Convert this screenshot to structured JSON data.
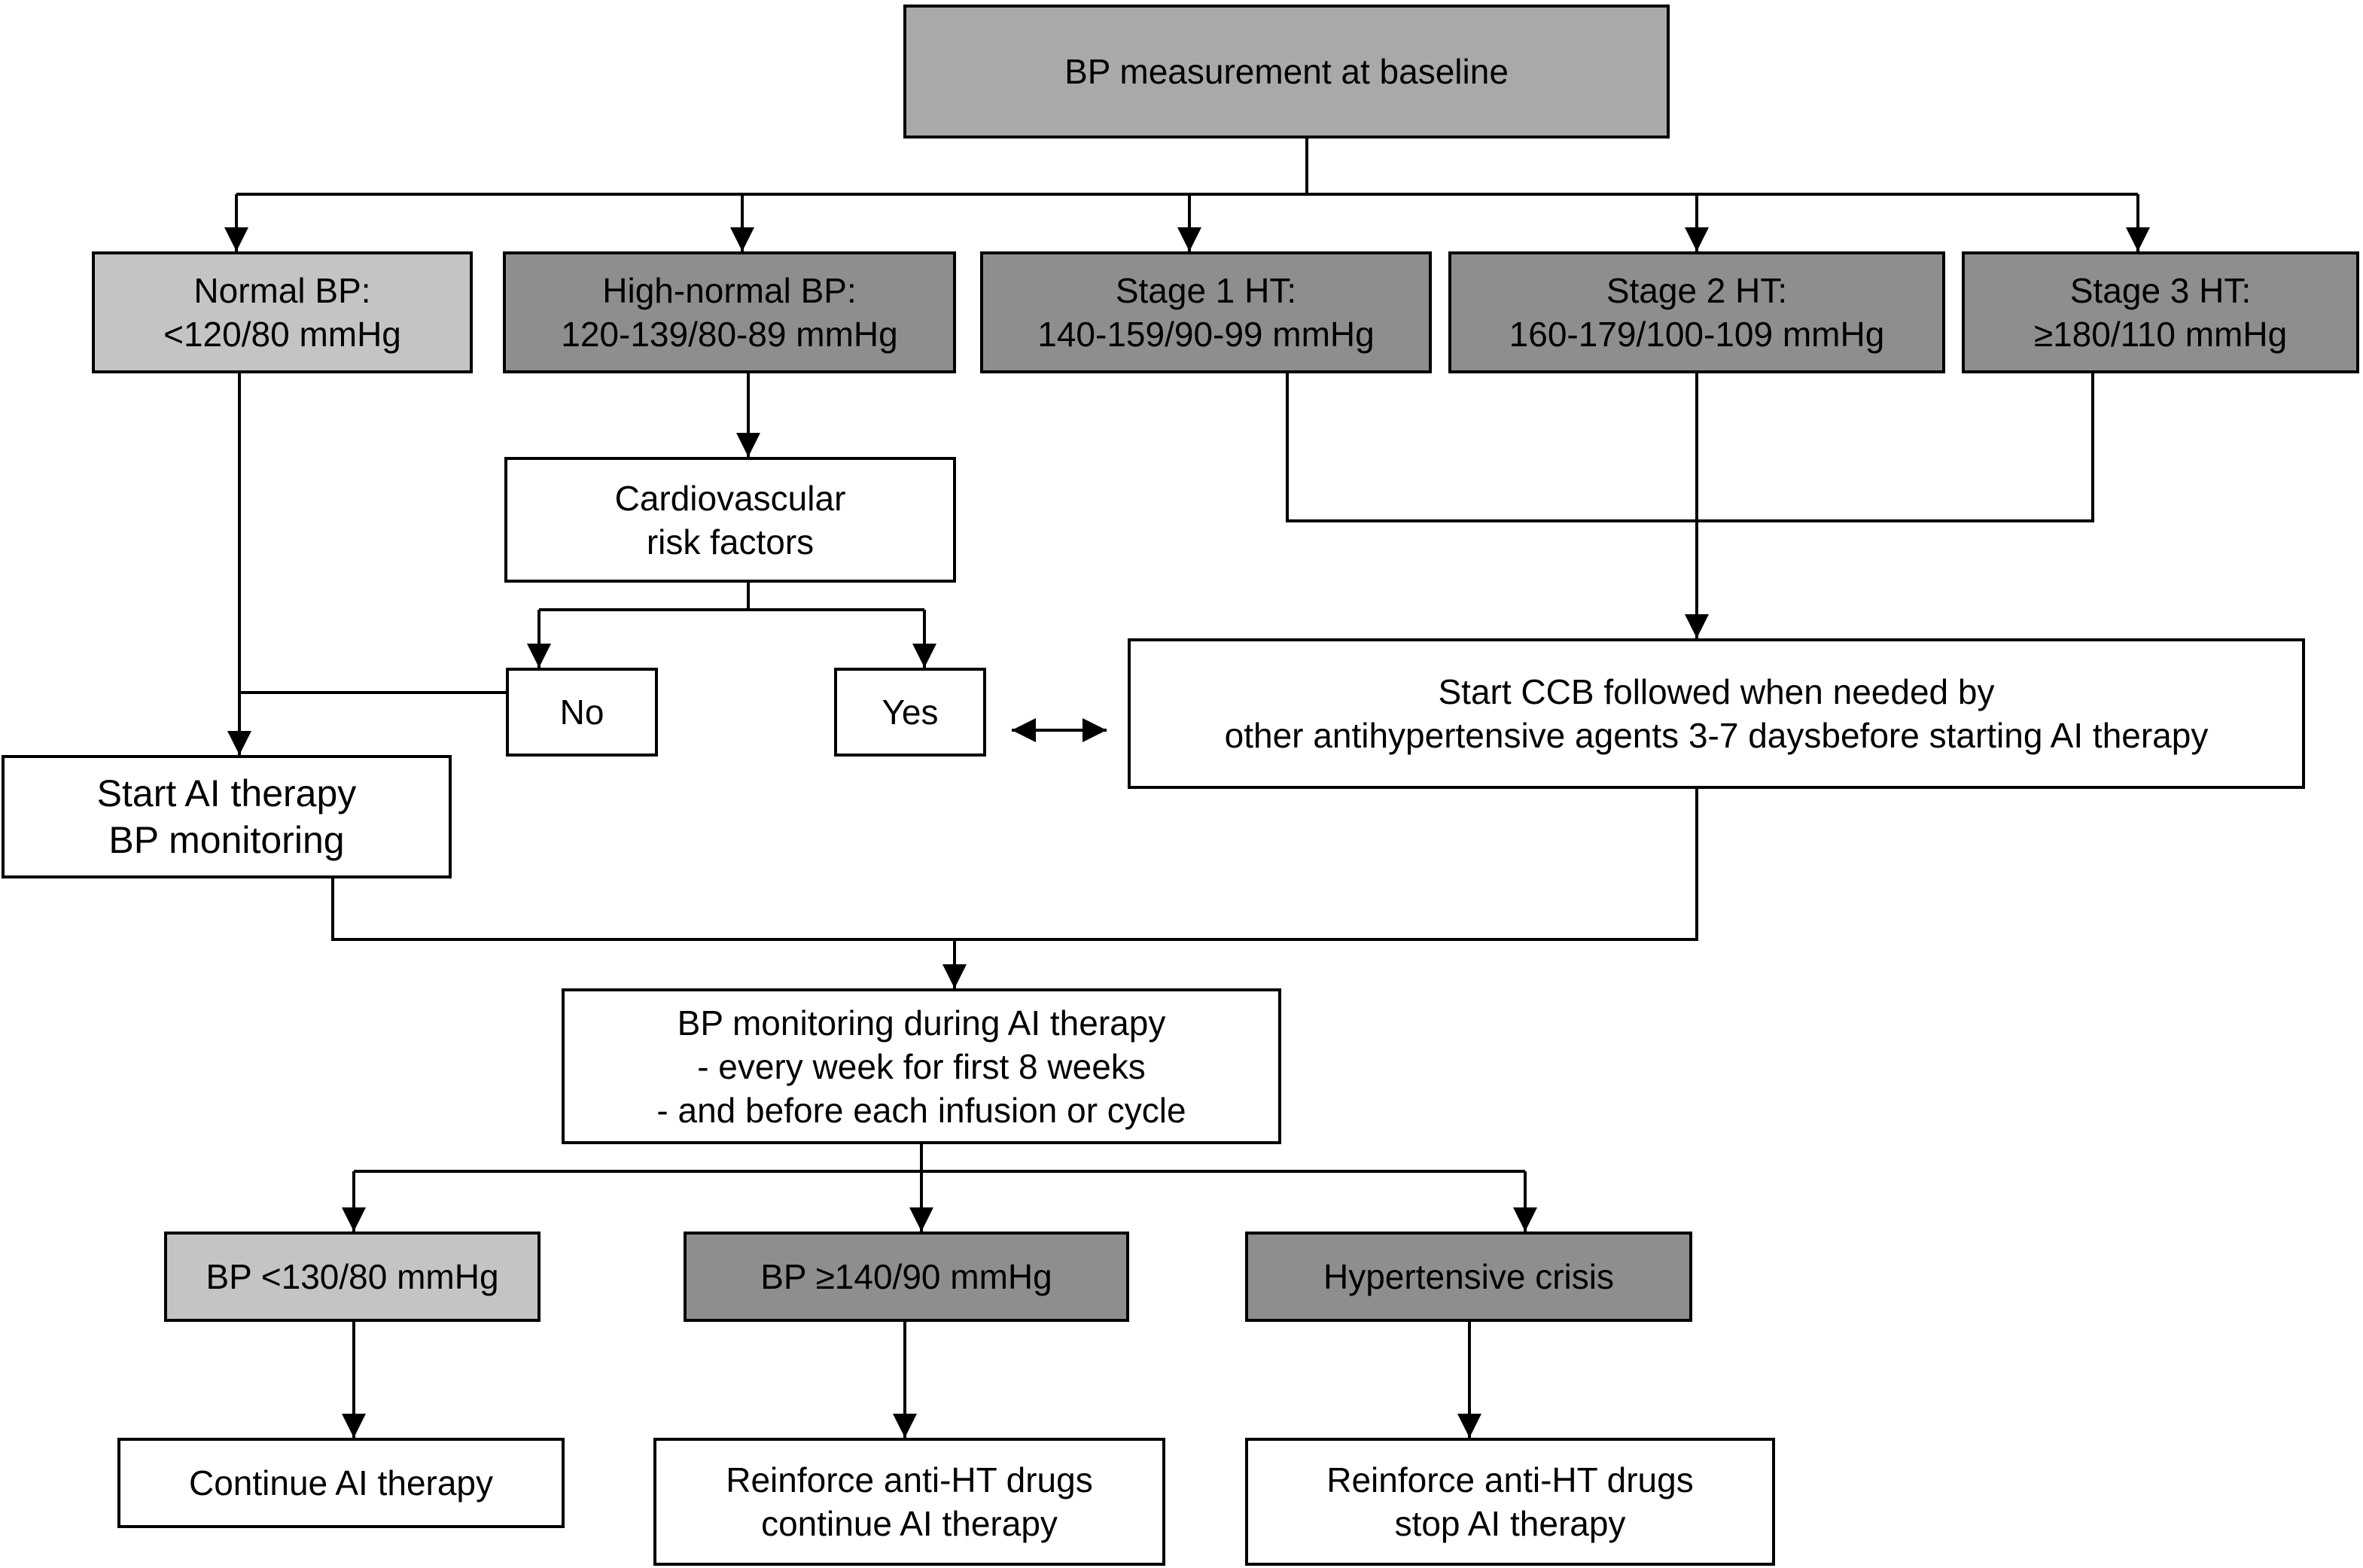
{
  "colors": {
    "line": "#000000",
    "box_white": "#ffffff",
    "box_light_gray": "#c4c4c4",
    "box_mid_gray": "#a9a9a9",
    "box_dark_gray": "#8e8e8e"
  },
  "nodes": {
    "baseline": {
      "lines": [
        "BP measurement at baseline"
      ]
    },
    "normal_bp": {
      "lines": [
        "Normal BP:",
        "<120/80 mmHg"
      ]
    },
    "high_normal_bp": {
      "lines": [
        "High-normal BP:",
        "120-139/80-89 mmHg"
      ]
    },
    "stage1": {
      "lines": [
        "Stage 1 HT:",
        "140-159/90-99 mmHg"
      ]
    },
    "stage2": {
      "lines": [
        "Stage 2 HT:",
        "160-179/100-109 mmHg"
      ]
    },
    "stage3": {
      "lines": [
        "Stage 3 HT:",
        "≥180/110 mmHg"
      ]
    },
    "cv_risk": {
      "lines": [
        "Cardiovascular",
        "risk factors"
      ]
    },
    "no": {
      "lines": [
        "No"
      ]
    },
    "yes": {
      "lines": [
        "Yes"
      ]
    },
    "start_ccb": {
      "lines": [
        "Start CCB followed when needed by",
        "other antihypertensive agents 3-7 daysbefore starting AI therapy"
      ]
    },
    "start_ai": {
      "lines": [
        "Start AI therapy",
        "BP monitoring"
      ]
    },
    "monitoring": {
      "lines": [
        "BP monitoring during AI therapy",
        "- every week for first 8 weeks",
        "- and before each infusion or cycle"
      ]
    },
    "bp_low": {
      "lines": [
        "BP <130/80 mmHg"
      ]
    },
    "bp_high": {
      "lines": [
        "BP ≥140/90 mmHg"
      ]
    },
    "crisis": {
      "lines": [
        "Hypertensive crisis"
      ]
    },
    "continue_ai": {
      "lines": [
        "Continue AI therapy"
      ]
    },
    "reinforce_continue": {
      "lines": [
        "Reinforce anti-HT drugs",
        "continue AI therapy"
      ]
    },
    "reinforce_stop": {
      "lines": [
        "Reinforce anti-HT drugs",
        "stop AI therapy"
      ]
    }
  }
}
